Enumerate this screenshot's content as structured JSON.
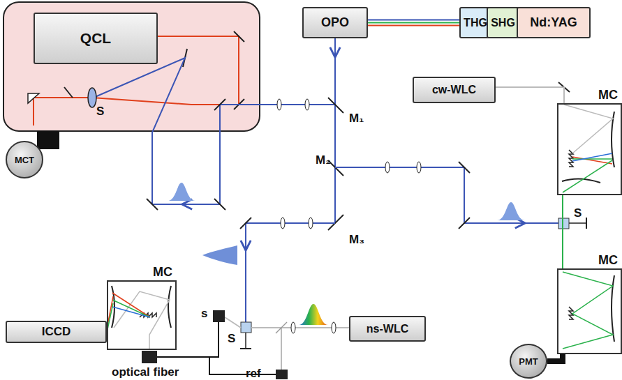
{
  "diagram": {
    "nodes": [
      {
        "text": [
          "QCL"
        ]
      },
      {
        "text": [
          "MCT"
        ]
      },
      {
        "text": [
          "OPO"
        ]
      },
      {
        "text": [
          "THG"
        ]
      },
      {
        "text": [
          "SHG"
        ]
      },
      {
        "text": [
          "Nd:YAG"
        ]
      },
      {
        "text": [
          "cw-WLC"
        ]
      },
      {
        "text": [
          "MC"
        ]
      },
      {
        "text": [
          "MC"
        ]
      },
      {
        "text": [
          "PMT"
        ]
      },
      {
        "text": [
          "MC"
        ]
      },
      {
        "text": [
          "ICCD"
        ]
      },
      {
        "text": [
          "ns-WLC"
        ]
      }
    ],
    "edges": [
      {
        "from": 3,
        "to": 2,
        "arrow": "none"
      },
      {
        "from": 6,
        "to": 7,
        "arrow": "none"
      },
      {
        "from": 7,
        "to": 8,
        "arrow": "none"
      },
      {
        "from": 8,
        "to": 9,
        "arrow": "none"
      }
    ],
    "labels": [
      "S",
      "M₁",
      "M₂",
      "M₃",
      "S",
      "s",
      "S",
      "ref",
      "optical fiber"
    ]
  }
}
